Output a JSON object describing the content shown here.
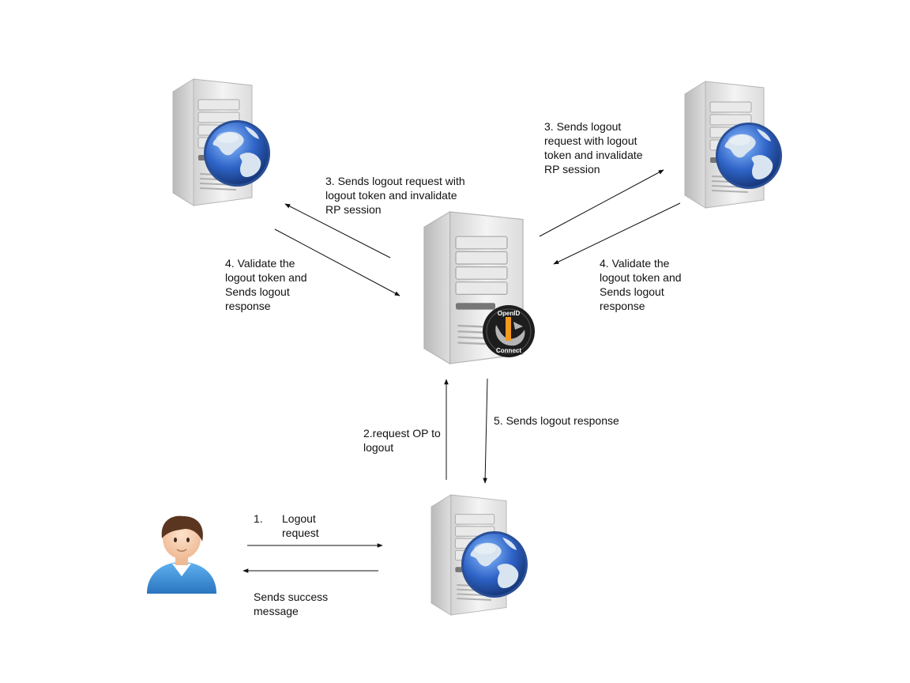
{
  "labels": {
    "left_logout_request": "3. Sends logout request with\nlogout token and invalidate\nRP session",
    "left_validate": "4. Validate the\nlogout token and\nSends logout\nresponse",
    "right_logout_request": "3. Sends logout\nrequest with logout\ntoken and invalidate\nRP  session",
    "right_validate": "4. Validate the\nlogout token and\nSends logout\nresponse",
    "request_op": "2.request OP to\nlogout",
    "sends_logout_response": "5. Sends logout response",
    "step1_number": "1.",
    "step1_text": "Logout\nrequest",
    "success_message": "Sends success\nmessage"
  },
  "badge": {
    "top_text": "OpenID",
    "bottom_text": "Connect"
  },
  "icons": {
    "rp_server_left": "server-globe-icon",
    "rp_server_right": "server-globe-icon",
    "op_server": "server-openid-icon",
    "rp_server_bottom": "server-globe-icon",
    "user": "user-avatar-icon"
  },
  "colors": {
    "globe_ocean": "#2f64c8",
    "globe_land": "#d8e4f0",
    "server_body": "#e6e6e6",
    "badge_orange": "#f39a1e",
    "user_shirt": "#3a8fd8",
    "user_hair": "#5a3520"
  }
}
